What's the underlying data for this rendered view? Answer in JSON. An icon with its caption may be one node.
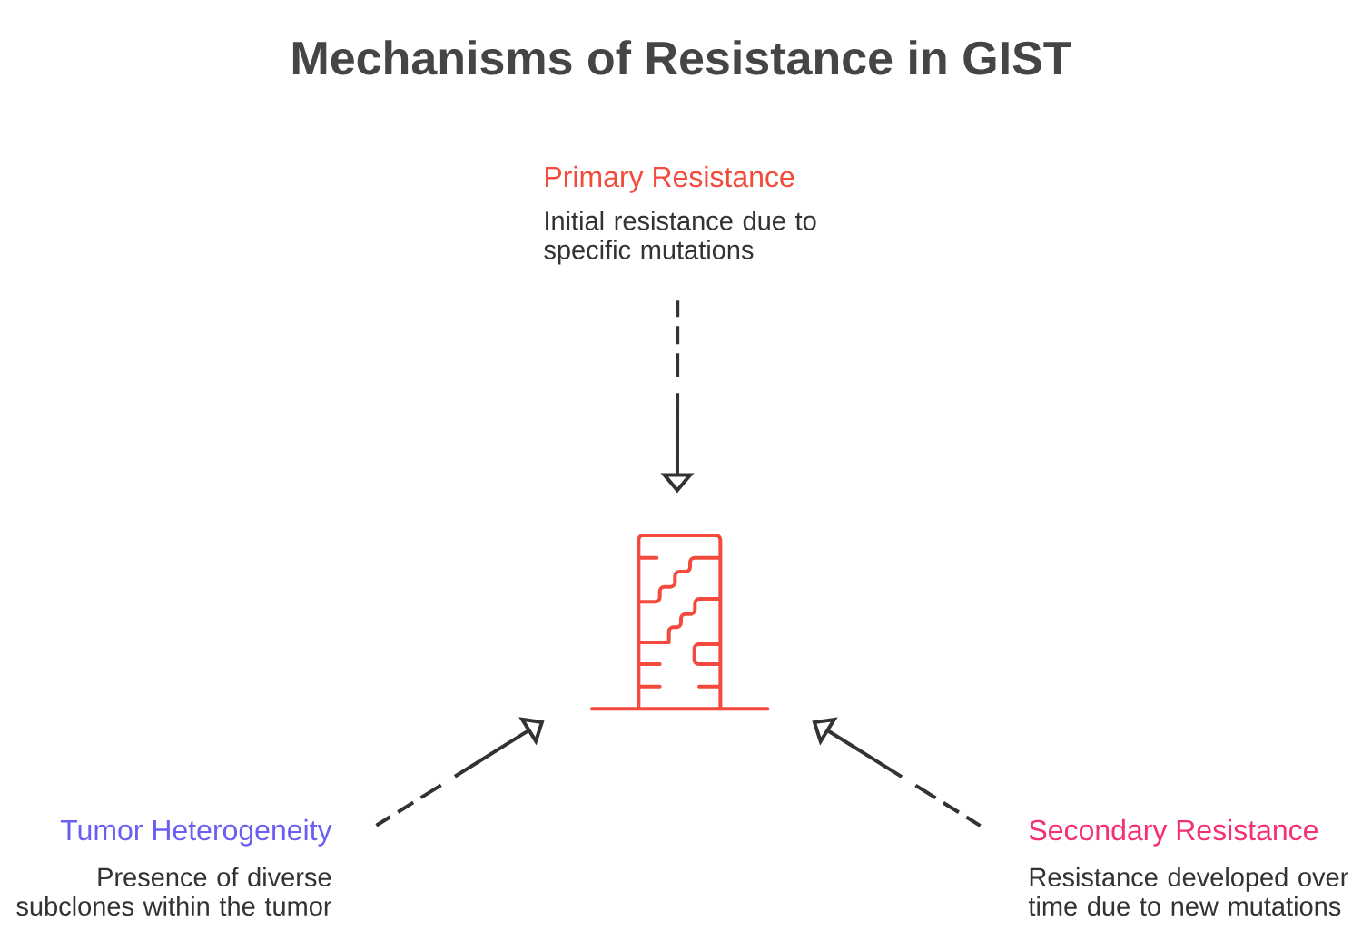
{
  "diagram": {
    "title": "Mechanisms of Resistance in GIST",
    "nodes": [
      {
        "text": [
          "Primary Resistance",
          "Initial resistance due to specific mutations"
        ]
      },
      {
        "text": [],
        "shape": "picture"
      },
      {
        "text": [
          "Tumor Heterogeneity",
          "Presence of diverse subclones within the tumor"
        ]
      },
      {
        "text": [
          "Secondary Resistance",
          "Resistance developed over time due to new mutations"
        ]
      }
    ],
    "edges": [
      {
        "from": 0,
        "to": 1,
        "arrow": "to",
        "style": "dashed"
      },
      {
        "from": 2,
        "to": 1,
        "arrow": "to",
        "style": "dashed"
      },
      {
        "from": 3,
        "to": 1,
        "arrow": "to",
        "style": "dashed"
      }
    ]
  }
}
